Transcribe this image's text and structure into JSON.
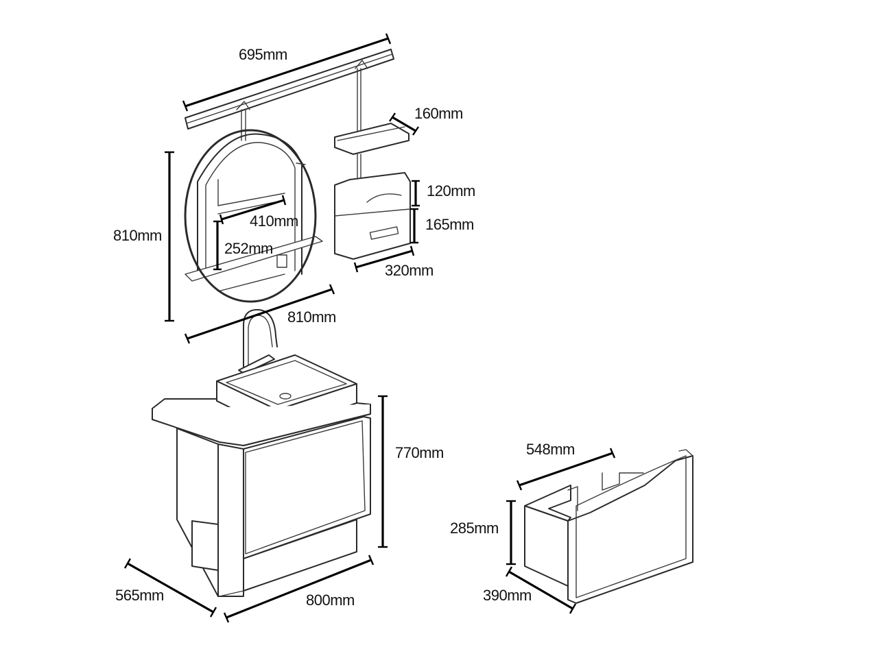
{
  "dimensions": {
    "rail_length": "695mm",
    "shelf_depth": "160mm",
    "box_top_height": "120mm",
    "box_bottom_height": "165mm",
    "box_width": "320mm",
    "mirror_height": "810mm",
    "mirror_width": "810mm",
    "niche_width": "410mm",
    "niche_height": "252mm",
    "cabinet_height": "770mm",
    "cabinet_depth": "565mm",
    "cabinet_width": "800mm",
    "drawer_width": "548mm",
    "drawer_height": "285mm",
    "drawer_depth": "390mm"
  },
  "colors": {
    "line": "#2a2a2a",
    "dimension": "#000000",
    "background": "#ffffff"
  }
}
